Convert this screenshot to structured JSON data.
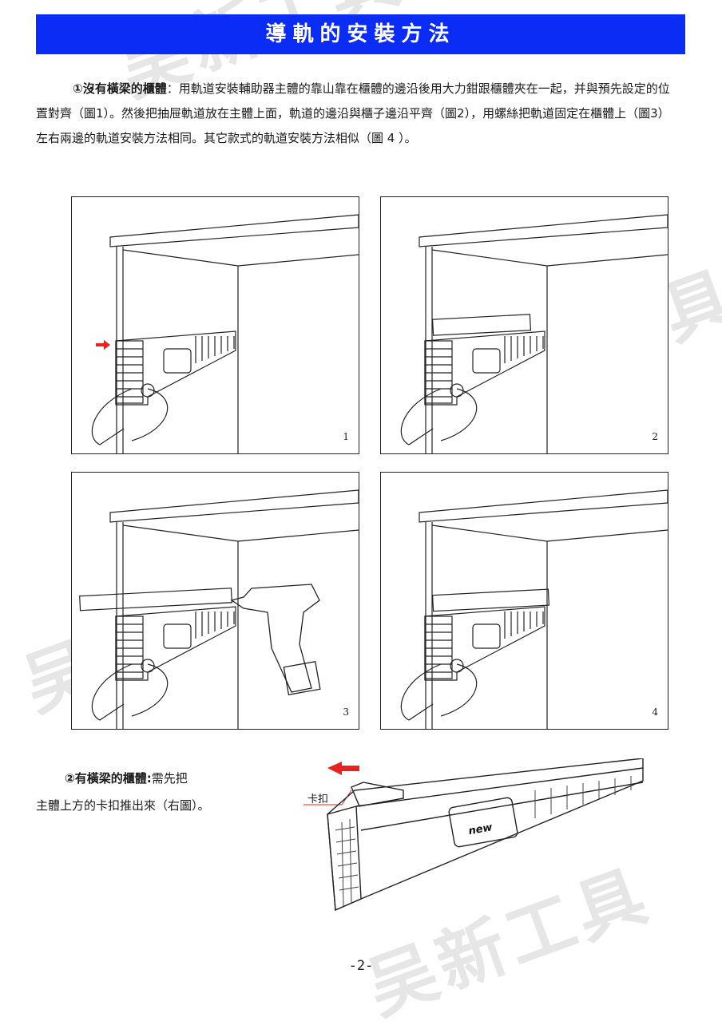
{
  "title": "導軌的安裝方法",
  "section1": {
    "heading": "①沒有橫梁的櫃體",
    "body": "：用軌道安裝輔助器主體的靠山靠在櫃體的邊沿後用大力鉗跟櫃體夾在一起，并與預先設定的位置對齊（圖1）。然後把抽屉軌道放在主體上面，軌道的邊沿與櫃子邊沿平齊（圖2），用螺絲把軌道固定在櫃體上（圖3）左右兩邊的軌道安裝方法相同。其它款式的軌道安裝方法相似（圖 4 ）。"
  },
  "figures": [
    {
      "number": "1"
    },
    {
      "number": "2"
    },
    {
      "number": "3"
    },
    {
      "number": "4"
    }
  ],
  "section2": {
    "heading": "②有橫梁的櫃體:",
    "body_line1": "需先把",
    "body_line2": "主體上方的卡扣推出來（右圖）。"
  },
  "callout": "卡扣",
  "device_logo": "new",
  "page_number": "-2-",
  "watermark_text": "吴新工具",
  "colors": {
    "title_bg": "#0b2cf4",
    "arrow": "#e8231f"
  }
}
